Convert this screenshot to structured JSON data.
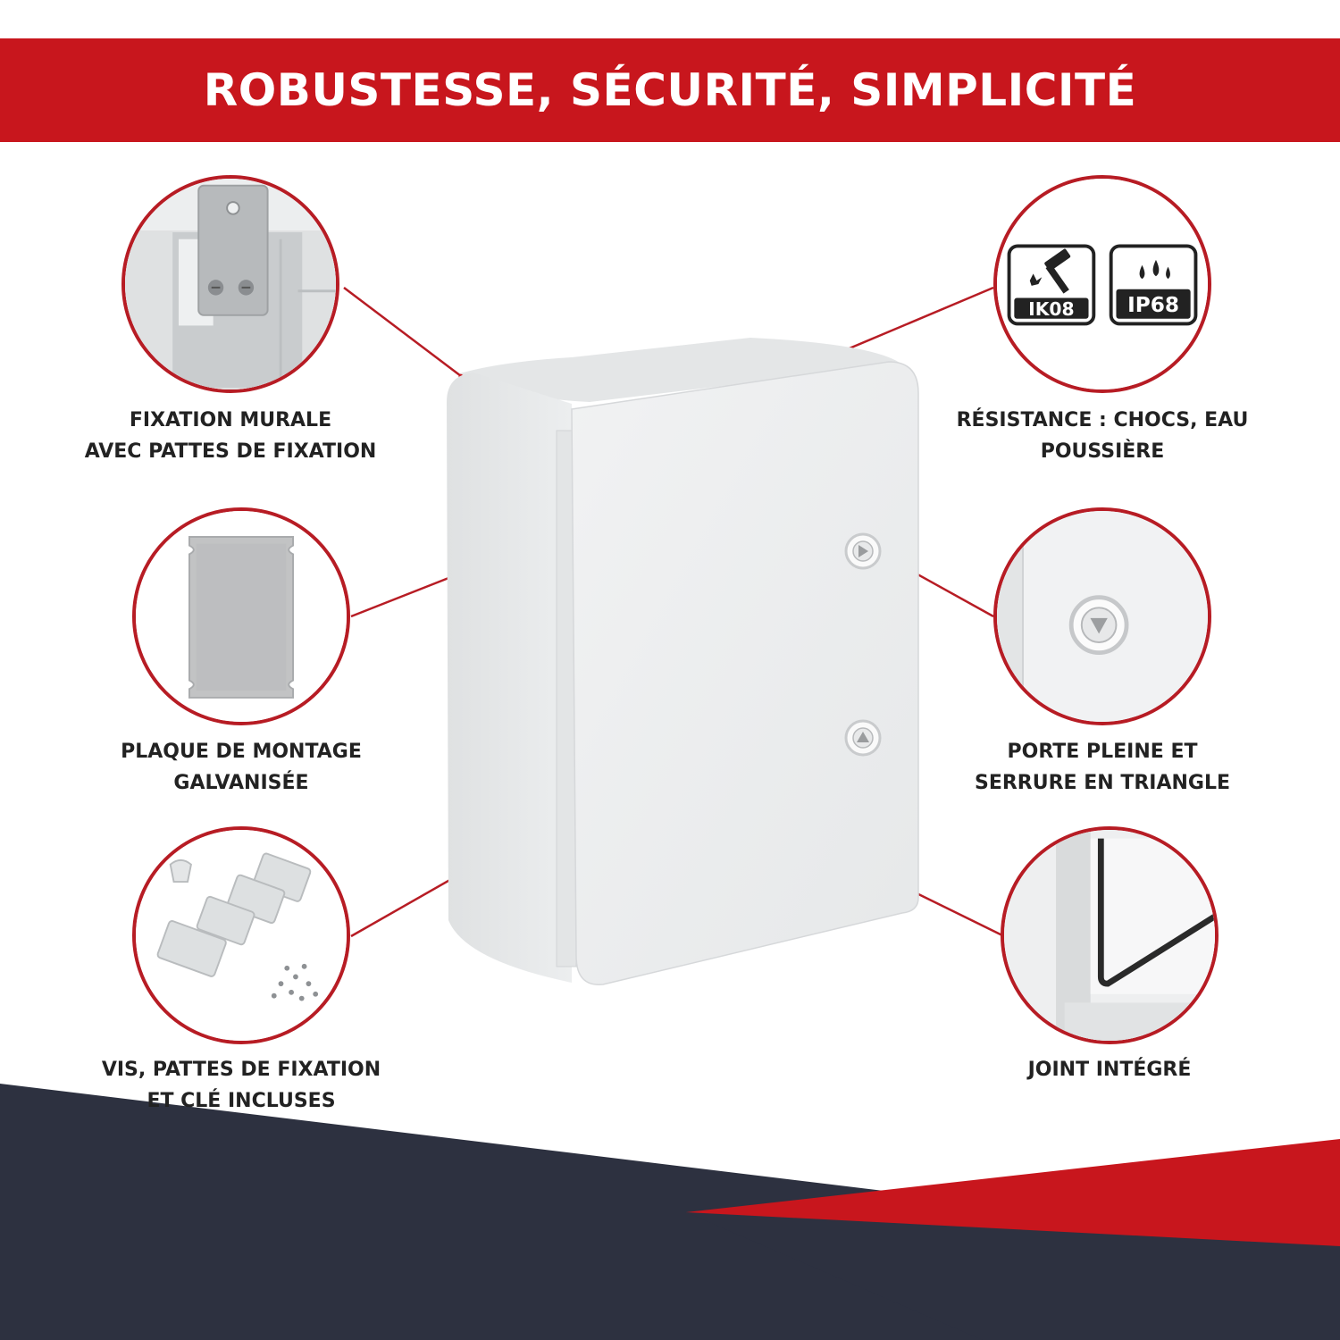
{
  "title": "ROBUSTESSE, SÉCURITÉ, SIMPLICITÉ",
  "colors": {
    "accent": "#c8161d",
    "dark": "#2d3140",
    "enclosure": "#e9ebec"
  },
  "features": {
    "wall_mount": {
      "line1": "FIXATION MURALE",
      "line2": "AVEC PATTES DE FIXATION",
      "image": "wall-mount-bracket"
    },
    "mounting_plate": {
      "line1": "PLAQUE DE MONTAGE",
      "line2": "GALVANISÉE",
      "image": "galvanized-mounting-plate"
    },
    "accessories": {
      "line1": "VIS, PATTES DE FIXATION",
      "line2": "ET CLÉ INCLUSES",
      "image": "screws-brackets-key"
    },
    "resistance": {
      "line1": "RÉSISTANCE : CHOCS, EAU",
      "line2": "POUSSIÈRE",
      "image": "rating-badges"
    },
    "door_lock": {
      "line1": "PORTE PLEINE ET",
      "line2": "SERRURE EN TRIANGLE",
      "image": "triangle-lock"
    },
    "gasket": {
      "line1": "JOINT INTÉGRÉ",
      "image": "integrated-gasket"
    }
  },
  "badges": {
    "impact": "IK08",
    "ingress": "IP68"
  },
  "icons": {
    "impact": "hammer-icon",
    "ingress": "water-drops-icon",
    "lock": "triangle-lock-icon"
  }
}
